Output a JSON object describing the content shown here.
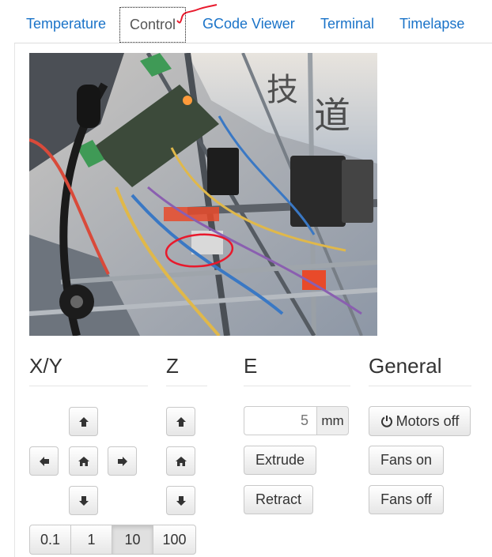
{
  "tabs": [
    {
      "label": "Temperature"
    },
    {
      "label": "Control",
      "active": true
    },
    {
      "label": "GCode Viewer"
    },
    {
      "label": "Terminal"
    },
    {
      "label": "Timelapse"
    }
  ],
  "sections": {
    "xy": {
      "title": "X/Y"
    },
    "z": {
      "title": "Z"
    },
    "e": {
      "title": "E"
    },
    "general": {
      "title": "General"
    }
  },
  "jog_distances": [
    "0.1",
    "1",
    "10",
    "100"
  ],
  "jog_distance_selected": "10",
  "extrude": {
    "amount_placeholder": "5",
    "unit": "mm",
    "extrude_label": "Extrude",
    "retract_label": "Retract"
  },
  "general": {
    "motors_off_label": "Motors off",
    "fans_on_label": "Fans on",
    "fans_off_label": "Fans off"
  },
  "annotation_color": "#e8192c",
  "link_color": "#1a73c8"
}
